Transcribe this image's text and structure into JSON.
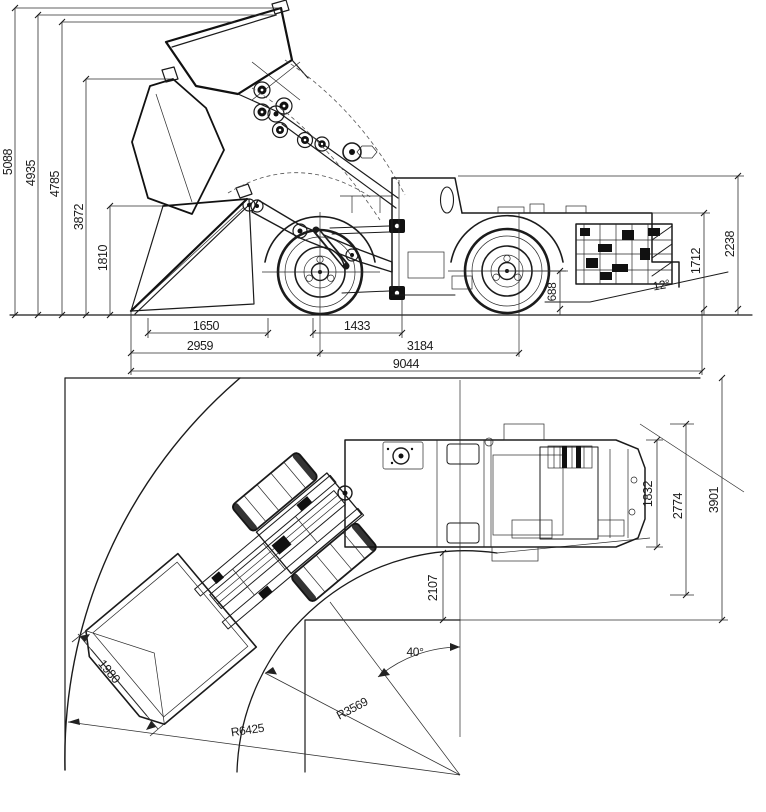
{
  "dims": {
    "side": {
      "h5088": "5088",
      "h4935": "4935",
      "h4785": "4785",
      "h3872": "3872",
      "h1810": "1810",
      "w1650": "1650",
      "w1433": "1433",
      "w2959": "2959",
      "w3184": "3184",
      "w9044": "9044",
      "h1712": "1712",
      "h2238": "2238",
      "h688": "688",
      "ang12": "12°"
    },
    "plan": {
      "w1832": "1832",
      "w2774": "2774",
      "w3901": "3901",
      "w2107": "2107",
      "w1980": "1980",
      "ang40": "40°",
      "r_inner": "R3569",
      "r_outer": "R6425"
    }
  },
  "colors": {
    "line": "#1b1b1b",
    "dimension": "#2f2f2f",
    "background": "#ffffff"
  }
}
